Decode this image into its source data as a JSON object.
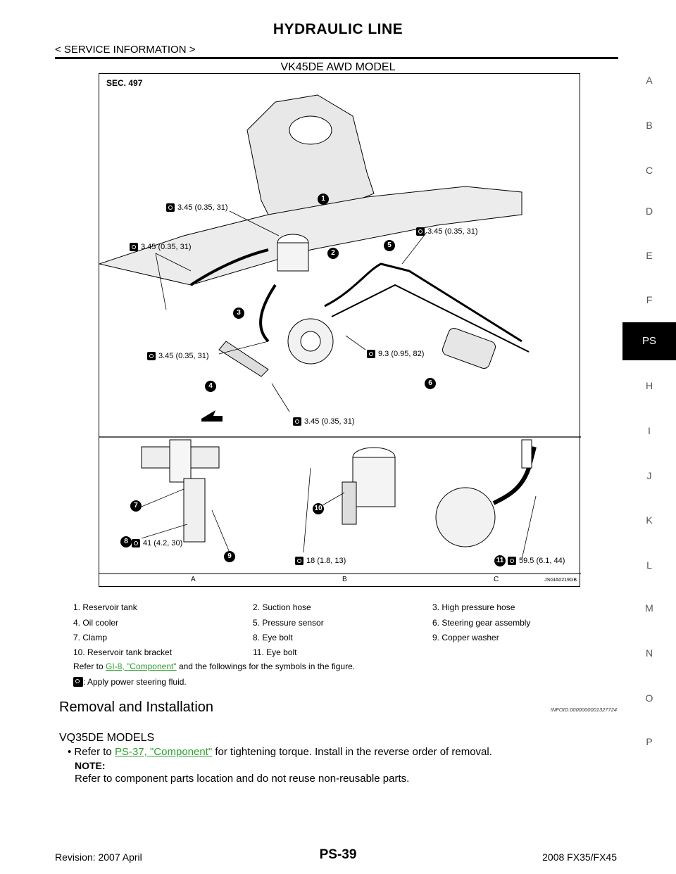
{
  "header": {
    "title": "HYDRAULIC LINE",
    "section": "< SERVICE INFORMATION >"
  },
  "figure": {
    "title": "VK45DE AWD MODEL",
    "sec": "SEC. 497",
    "code": "JSGIA0219GB",
    "torques": {
      "t1": "3.45 (0.35, 31)",
      "t2": "3.45 (0.35, 31)",
      "t3": "3.45 (0.35, 31)",
      "t4": "3.45 (0.35, 31)",
      "t5": "9.3 (0.95, 82)",
      "t6": "3.45 (0.35, 31)",
      "t7": "41 (4.2, 30)",
      "t8": "18 (1.8, 13)",
      "t9": "59.5 (6.1, 44)"
    },
    "detail_labels": [
      "A",
      "B",
      "C"
    ],
    "callouts": [
      "1",
      "2",
      "3",
      "4",
      "5",
      "6",
      "7",
      "8",
      "9",
      "10",
      "11"
    ]
  },
  "legend": {
    "items": [
      "1.   Reservoir tank",
      "2.   Suction hose",
      "3.   High pressure hose",
      "4.   Oil cooler",
      "5.   Pressure sensor",
      "6.   Steering gear assembly",
      "7.   Clamp",
      "8.   Eye bolt",
      "9.   Copper washer",
      "10.  Reservoir tank bracket",
      "11.  Eye bolt"
    ],
    "refer_prefix": "Refer to ",
    "refer_link": "GI-8, \"Component\"",
    "refer_suffix": " and the followings for the symbols in the figure.",
    "apply_text": ": Apply power steering fluid."
  },
  "body": {
    "heading": "Removal and Installation",
    "infoid": "INFOID:0000000001327724",
    "subheading": "VQ35DE MODELS",
    "bullet_prefix": "Refer to ",
    "bullet_link": "PS-37, \"Component\"",
    "bullet_suffix": " for tightening torque. Install in the reverse order of removal.",
    "note_label": "NOTE:",
    "note_text": "Refer to component parts location and do not reuse non-reusable parts."
  },
  "side_tabs": [
    "A",
    "B",
    "C",
    "D",
    "E",
    "F",
    "PS",
    "H",
    "I",
    "J",
    "K",
    "L",
    "M",
    "N",
    "O",
    "P"
  ],
  "active_tab": "PS",
  "footer": {
    "revision": "Revision: 2007 April",
    "page": "PS-39",
    "model": "2008 FX35/FX45"
  }
}
